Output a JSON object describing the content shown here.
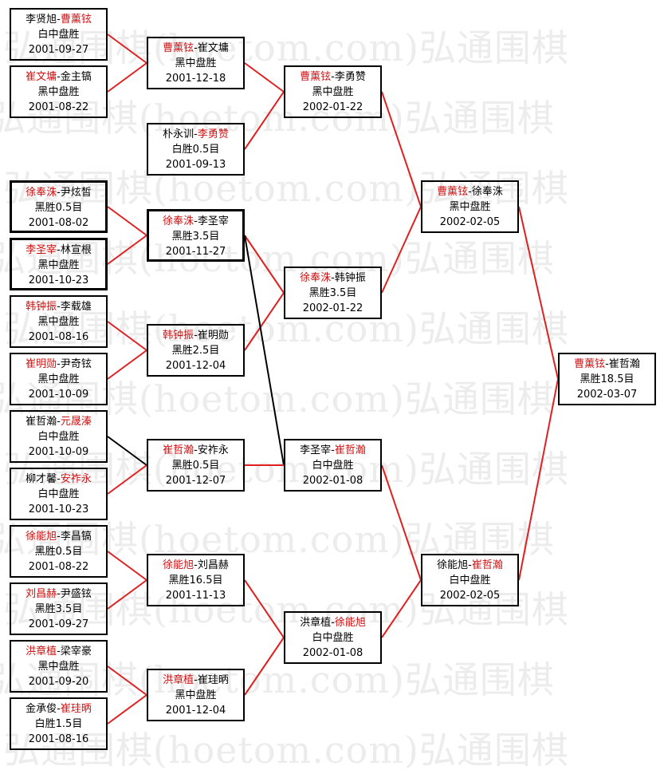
{
  "colors": {
    "winner": "#d01010",
    "line_win": "#e02020",
    "line_other": "#000000",
    "watermark": "#ececec"
  },
  "watermark": "弘通围棋(hoetom.com)弘通围棋",
  "matches": [
    {
      "p1": "李贤旭",
      "p2": "曹薰铉",
      "win": 2,
      "result": "白中盘胜",
      "date": "2001-09-27"
    },
    {
      "p1": "崔文墉",
      "p2": "金主镐",
      "win": 1,
      "result": "黑中盘胜",
      "date": "2001-08-22"
    },
    {
      "p1": "徐奉洙",
      "p2": "尹炫皙",
      "win": 1,
      "result": "黑胜0.5目",
      "date": "2001-08-02"
    },
    {
      "p1": "李圣宰",
      "p2": "林宣根",
      "win": 1,
      "result": "黑中盘胜",
      "date": "2001-10-23"
    },
    {
      "p1": "韩钟振",
      "p2": "李载雄",
      "win": 1,
      "result": "黑中盘胜",
      "date": "2001-08-16"
    },
    {
      "p1": "崔明勋",
      "p2": "尹奇铉",
      "win": 1,
      "result": "黑中盘胜",
      "date": "2001-10-09"
    },
    {
      "p1": "崔哲瀚",
      "p2": "元晟溱",
      "win": 2,
      "result": "白中盘胜",
      "date": "2001-10-09"
    },
    {
      "p1": "柳才馨",
      "p2": "安祚永",
      "win": 2,
      "result": "白中盘胜",
      "date": "2001-10-23"
    },
    {
      "p1": "徐能旭",
      "p2": "李昌镐",
      "win": 1,
      "result": "黑胜0.5目",
      "date": "2001-08-22"
    },
    {
      "p1": "刘昌赫",
      "p2": "尹盛铉",
      "win": 1,
      "result": "黑胜3.5目",
      "date": "2001-09-27"
    },
    {
      "p1": "洪章植",
      "p2": "梁宰豪",
      "win": 1,
      "result": "黑中盘胜",
      "date": "2001-09-20"
    },
    {
      "p1": "金承俊",
      "p2": "崔珪昞",
      "win": 2,
      "result": "白胜1.5目",
      "date": "2001-08-16"
    },
    {
      "p1": "曹薰铉",
      "p2": "崔文墉",
      "win": 1,
      "result": "黑中盘胜",
      "date": "2001-12-18"
    },
    {
      "p1": "朴永训",
      "p2": "李勇赞",
      "win": 2,
      "result": "白胜0.5目",
      "date": "2001-09-13"
    },
    {
      "p1": "徐奉洙",
      "p2": "李圣宰",
      "win": 1,
      "result": "黑胜3.5目",
      "date": "2001-11-27"
    },
    {
      "p1": "韩钟振",
      "p2": "崔明勋",
      "win": 1,
      "result": "黑胜2.5目",
      "date": "2001-12-04"
    },
    {
      "p1": "崔哲瀚",
      "p2": "安祚永",
      "win": 1,
      "result": "黑胜0.5目",
      "date": "2001-12-07"
    },
    {
      "p1": "徐能旭",
      "p2": "刘昌赫",
      "win": 1,
      "result": "黑胜16.5目",
      "date": "2001-11-13"
    },
    {
      "p1": "洪章植",
      "p2": "崔珪昞",
      "win": 1,
      "result": "黑中盘胜",
      "date": "2001-12-04"
    },
    {
      "p1": "曹薰铉",
      "p2": "李勇赞",
      "win": 1,
      "result": "黑中盘胜",
      "date": "2002-01-22"
    },
    {
      "p1": "徐奉洙",
      "p2": "韩钟振",
      "win": 1,
      "result": "黑胜3.5目",
      "date": "2002-01-22"
    },
    {
      "p1": "李圣宰",
      "p2": "崔哲瀚",
      "win": 2,
      "result": "白中盘胜",
      "date": "2002-01-08"
    },
    {
      "p1": "洪章植",
      "p2": "徐能旭",
      "win": 2,
      "result": "白中盘胜",
      "date": "2002-01-08"
    },
    {
      "p1": "曹薰铉",
      "p2": "徐奉洙",
      "win": 1,
      "result": "黑中盘胜",
      "date": "2002-02-05"
    },
    {
      "p1": "徐能旭",
      "p2": "崔哲瀚",
      "win": 2,
      "result": "白中盘胜",
      "date": "2002-02-05"
    },
    {
      "p1": "曹薰铉",
      "p2": "崔哲瀚",
      "win": 1,
      "result": "黑胜18.5目",
      "date": "2002-03-07"
    }
  ]
}
